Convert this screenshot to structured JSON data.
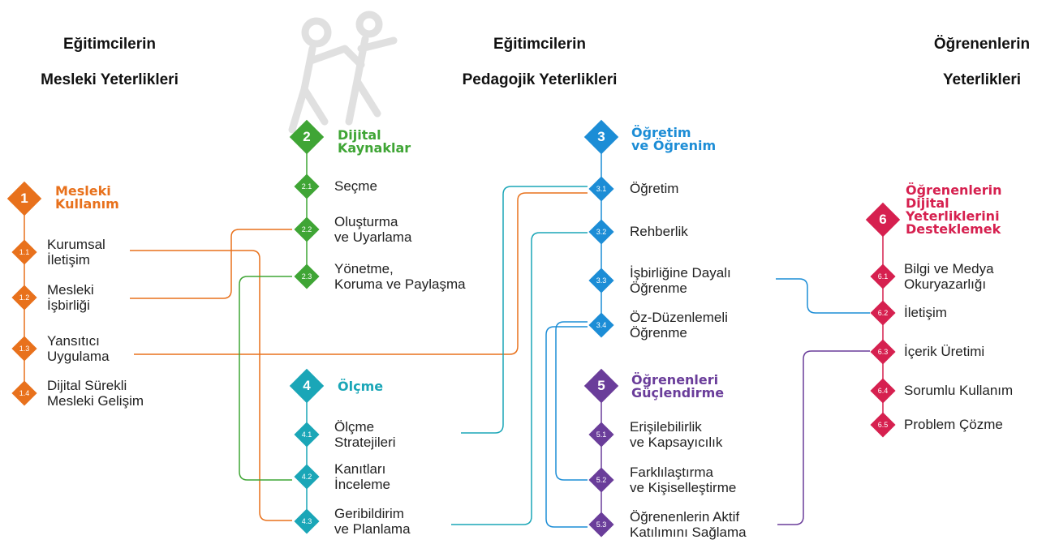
{
  "headers": {
    "professional": [
      "Eğitimcilerin",
      "Mesleki Yeterlikleri"
    ],
    "pedagogical": [
      "Eğitimcilerin",
      "Pedagojik Yeterlikleri"
    ],
    "learners": [
      "Öğrenenlerin",
      "Yeterlikleri"
    ]
  },
  "colors": {
    "area1": "#E8711C",
    "area2": "#3FA535",
    "area3": "#1C8DD6",
    "area4": "#1AA6B7",
    "area5": "#6A3D9A",
    "area6": "#D6204F"
  },
  "areas": [
    {
      "id": "a1",
      "number": "1",
      "color": "#E8711C",
      "title": [
        "Mesleki",
        "Kullanım"
      ],
      "items": [
        {
          "code": "1.1",
          "label": [
            "Kurumsal",
            "İletişim"
          ]
        },
        {
          "code": "1.2",
          "label": [
            "Mesleki",
            "İşbirliği"
          ]
        },
        {
          "code": "1.3",
          "label": [
            "Yansıtıcı",
            "Uygulama"
          ]
        },
        {
          "code": "1.4",
          "label": [
            "Dijital Sürekli",
            "Mesleki Gelişim"
          ]
        }
      ]
    },
    {
      "id": "a2",
      "number": "2",
      "color": "#3FA535",
      "title": [
        "Dijital",
        "Kaynaklar"
      ],
      "items": [
        {
          "code": "2.1",
          "label": [
            "Seçme"
          ]
        },
        {
          "code": "2.2",
          "label": [
            "Oluşturma",
            "ve Uyarlama"
          ]
        },
        {
          "code": "2.3",
          "label": [
            "Yönetme,",
            "Koruma ve Paylaşma"
          ]
        }
      ]
    },
    {
      "id": "a3",
      "number": "3",
      "color": "#1C8DD6",
      "title": [
        "Öğretim",
        "ve Öğrenim"
      ],
      "items": [
        {
          "code": "3.1",
          "label": [
            "Öğretim"
          ]
        },
        {
          "code": "3.2",
          "label": [
            "Rehberlik"
          ]
        },
        {
          "code": "3.3",
          "label": [
            "İşbirliğine Dayalı",
            "Öğrenme"
          ]
        },
        {
          "code": "3.4",
          "label": [
            "Öz-Düzenlemeli",
            "Öğrenme"
          ]
        }
      ]
    },
    {
      "id": "a4",
      "number": "4",
      "color": "#1AA6B7",
      "title": [
        "Ölçme"
      ],
      "items": [
        {
          "code": "4.1",
          "label": [
            "Ölçme",
            "Stratejileri"
          ]
        },
        {
          "code": "4.2",
          "label": [
            "Kanıtları",
            "İnceleme"
          ]
        },
        {
          "code": "4.3",
          "label": [
            "Geribildirim",
            "ve Planlama"
          ]
        }
      ]
    },
    {
      "id": "a5",
      "number": "5",
      "color": "#6A3D9A",
      "title": [
        "Öğrenenleri",
        "Güçlendirme"
      ],
      "items": [
        {
          "code": "5.1",
          "label": [
            "Erişilebilirlik",
            "ve Kapsayıcılık"
          ]
        },
        {
          "code": "5.2",
          "label": [
            "Farklılaştırma",
            "ve Kişiselleştirme"
          ]
        },
        {
          "code": "5.3",
          "label": [
            "Öğrenenlerin Aktif",
            "Katılımını Sağlama"
          ]
        }
      ]
    },
    {
      "id": "a6",
      "number": "6",
      "color": "#D6204F",
      "title": [
        "Öğrenenlerin",
        "Dijital",
        "Yeterliklerini",
        "Desteklemek"
      ],
      "items": [
        {
          "code": "6.1",
          "label": [
            "Bilgi ve Medya",
            "Okuryazarlığı"
          ]
        },
        {
          "code": "6.2",
          "label": [
            "İletişim"
          ]
        },
        {
          "code": "6.3",
          "label": [
            "İçerik Üretimi"
          ]
        },
        {
          "code": "6.4",
          "label": [
            "Sorumlu Kullanım"
          ]
        },
        {
          "code": "6.5",
          "label": [
            "Problem Çözme"
          ]
        }
      ]
    }
  ]
}
